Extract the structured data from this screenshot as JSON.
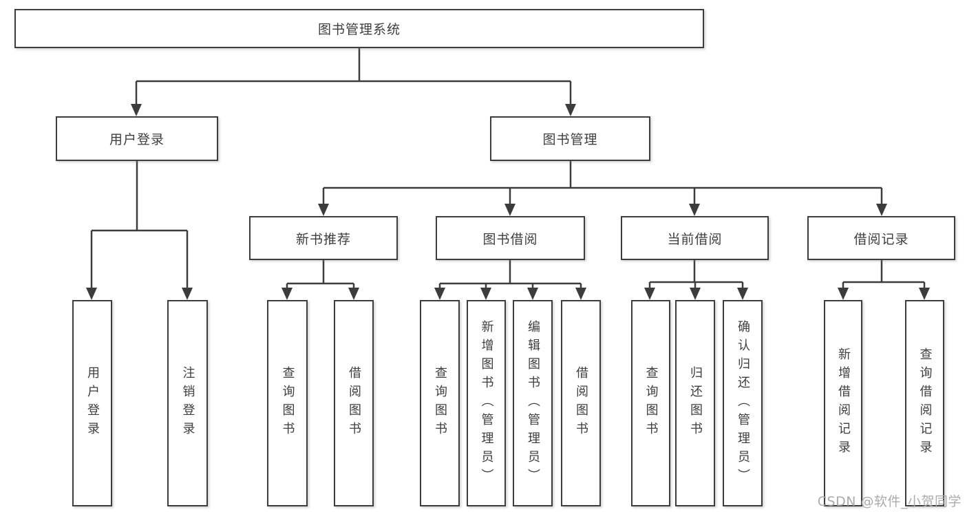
{
  "title": "图书管理系统",
  "tree": {
    "label": "图书管理系统",
    "children": [
      {
        "label": "用户登录",
        "children": [
          {
            "label": "用户登录"
          },
          {
            "label": "注销登录"
          }
        ]
      },
      {
        "label": "图书管理",
        "children": [
          {
            "label": "新书推荐",
            "children": [
              {
                "label": "查询图书"
              },
              {
                "label": "借阅图书"
              }
            ]
          },
          {
            "label": "图书借阅",
            "children": [
              {
                "label": "查询图书"
              },
              {
                "label": "新增图书（管理员）"
              },
              {
                "label": "编辑图书（管理员）"
              },
              {
                "label": "借阅图书"
              }
            ]
          },
          {
            "label": "当前借阅",
            "children": [
              {
                "label": "查询图书"
              },
              {
                "label": "归还图书"
              },
              {
                "label": "确认归还（管理员）"
              }
            ]
          },
          {
            "label": "借阅记录",
            "children": [
              {
                "label": "新增借阅记录"
              },
              {
                "label": "查询借阅记录"
              }
            ]
          }
        ]
      }
    ]
  },
  "watermark": "CSDN @软件_小贺同学",
  "colors": {
    "line": "#3c3c3c",
    "text": "#3e3e3e",
    "watermark": "#ababab",
    "background": "#ffffff"
  }
}
